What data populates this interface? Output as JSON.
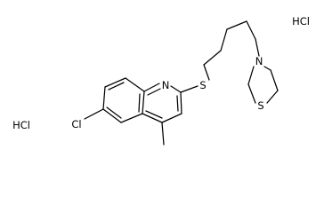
{
  "molecule": {
    "atoms": {
      "n_ring": "N",
      "s_thioether": "S",
      "n_thiazolidine": "N",
      "s_thiazolidine": "S",
      "cl": "Cl"
    },
    "salts": [
      "HCl",
      "HCl"
    ]
  },
  "colors": {
    "bond": "#000000",
    "text": "#000000",
    "background": "#ffffff"
  }
}
